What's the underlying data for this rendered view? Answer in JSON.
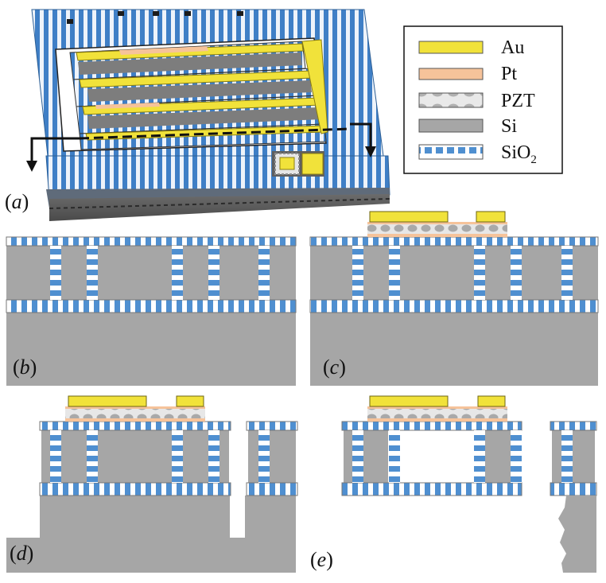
{
  "colors": {
    "au": "#f1e23a",
    "pt": "#f6c39a",
    "pzt_bg": "#e7e7e7",
    "pzt_dot": "#a9a9a9",
    "si": "#a6a6a6",
    "si_edge": "#7e7e7e",
    "sio2_stripe": "#4f8fd0",
    "sio2_gap": "#ffffff",
    "arrow": "#111111"
  },
  "legend": {
    "items": [
      {
        "key": "au",
        "label": "Au",
        "sub": ""
      },
      {
        "key": "pt",
        "label": "Pt",
        "sub": ""
      },
      {
        "key": "pzt",
        "label": "PZT",
        "sub": ""
      },
      {
        "key": "si",
        "label": "Si",
        "sub": ""
      },
      {
        "key": "sio2",
        "label": "SiO",
        "sub": "2"
      }
    ]
  },
  "panels": {
    "a": {
      "open": "(",
      "letter": "a",
      "close": ")"
    },
    "b": {
      "open": "(",
      "letter": "b",
      "close": ")"
    },
    "c": {
      "open": "(",
      "letter": "c",
      "close": ")"
    },
    "d": {
      "open": "(",
      "letter": "d",
      "close": ")"
    },
    "e": {
      "open": "(",
      "letter": "e",
      "close": ")"
    }
  }
}
